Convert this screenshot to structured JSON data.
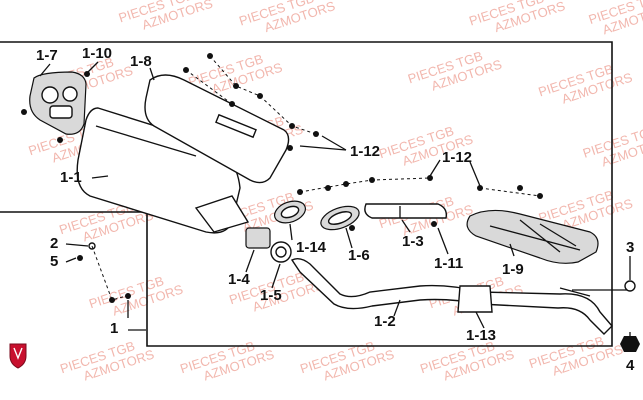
{
  "watermark": {
    "line1": "PIECES TGB",
    "line2": "AZMOTORS",
    "color": "#f2b7ae"
  },
  "logo": {
    "icon": "azmotors-shield-icon",
    "color": "#c8102e"
  },
  "frame_color": "#111111",
  "labels": {
    "p1_7": "1-7",
    "p1_10": "1-10",
    "p1_8": "1-8",
    "p1_12a": "1-12",
    "p1_12b": "1-12",
    "p1_1": "1-1",
    "p2": "2",
    "p5": "5",
    "p1_14": "1-14",
    "p1_6": "1-6",
    "p1_3": "1-3",
    "p1_11": "1-11",
    "p1_9": "1-9",
    "p1_4": "1-4",
    "p1_5": "1-5",
    "p1": "1",
    "p1_2": "1-2",
    "p1_13": "1-13",
    "p3": "3",
    "p4": "4"
  }
}
